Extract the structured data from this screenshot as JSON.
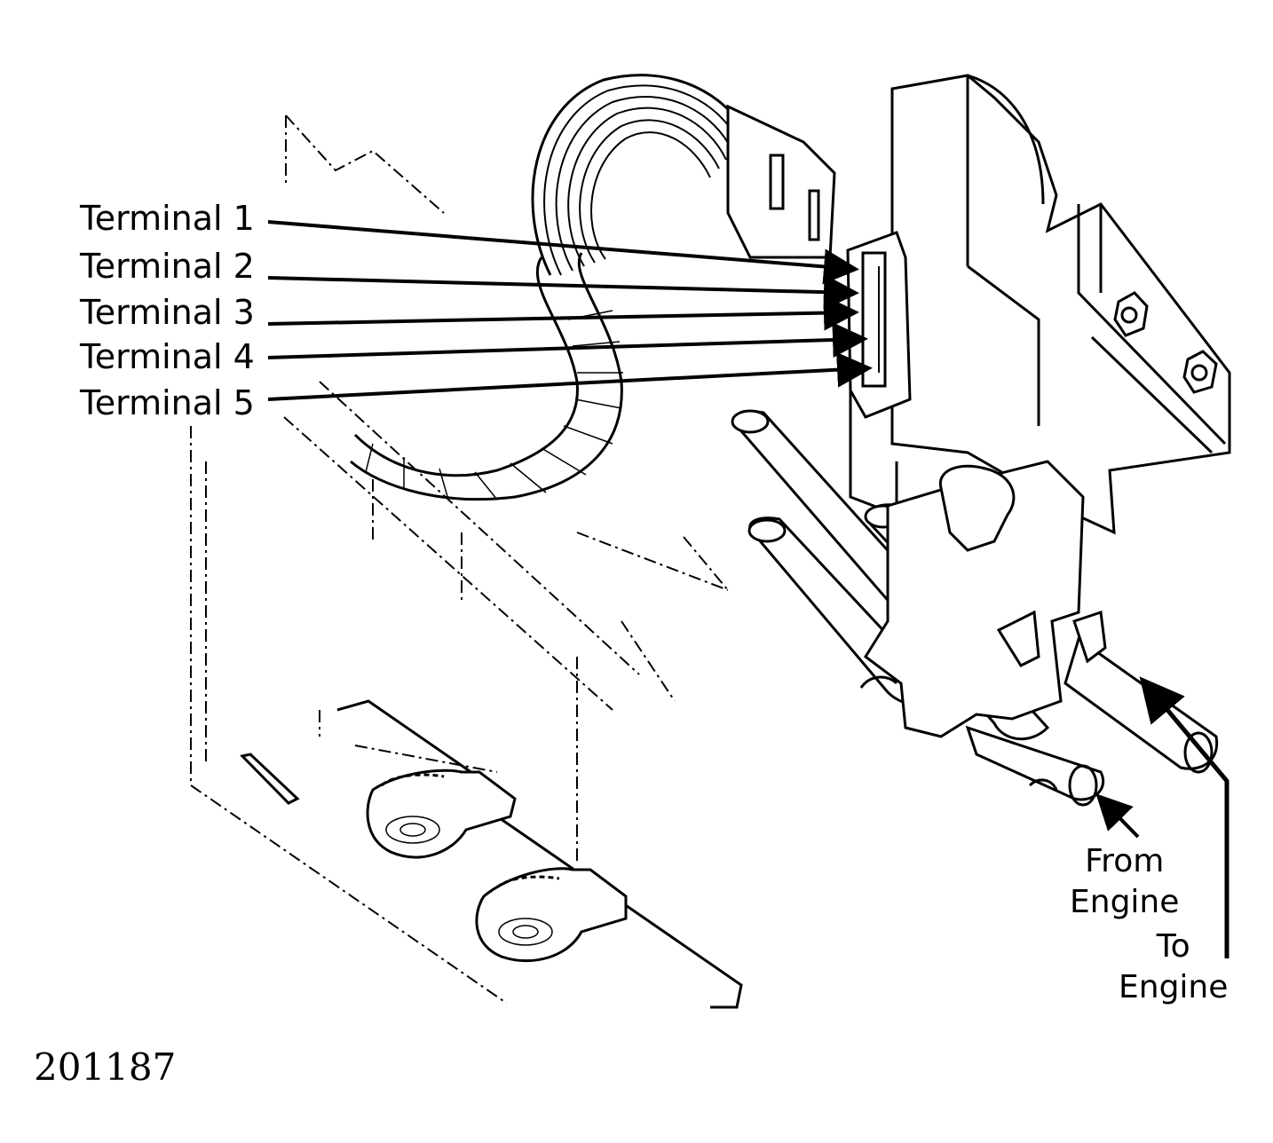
{
  "terminals": {
    "labels": [
      "Terminal 1",
      "Terminal 2",
      "Terminal 3",
      "Terminal 4",
      "Terminal 5"
    ]
  },
  "flow": {
    "from_engine": "From\nEngine",
    "to_engine": "To\nEngine"
  },
  "figure_number": "201187",
  "colors": {
    "ink": "#000000",
    "paper": "#ffffff"
  }
}
